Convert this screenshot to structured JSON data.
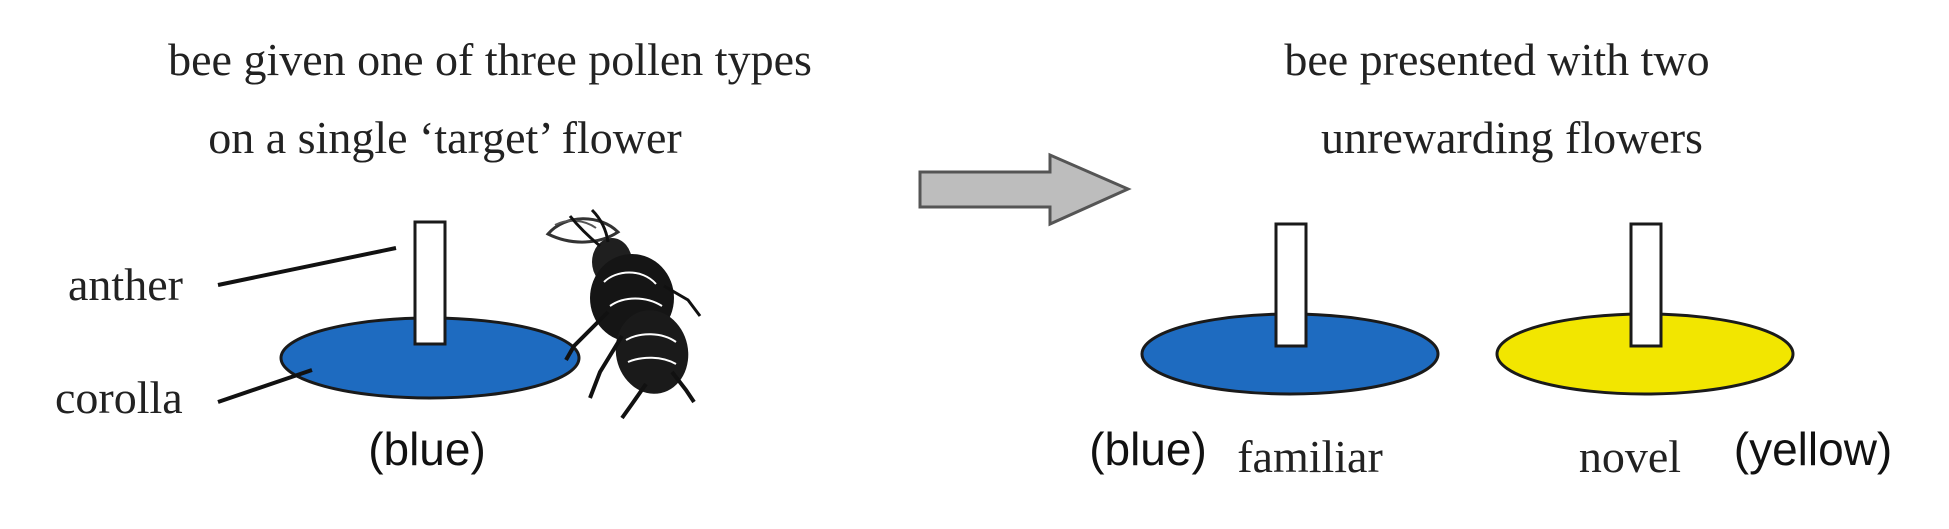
{
  "left_panel": {
    "caption_line1": "bee given one of three pollen types",
    "caption_line2": "on a single ‘target’ flower",
    "anther_label": "anther",
    "corolla_label": "corolla",
    "color_note": "(blue)",
    "flower_color": "#1E6BC0",
    "bee_icon": "bee-icon"
  },
  "arrow": {
    "icon": "arrow-right-icon",
    "fill_color": "#BDBDBD"
  },
  "right_panel": {
    "caption_line1": "bee presented with two",
    "caption_line2": "unrewarding flowers",
    "familiar_color_note": "(blue)",
    "familiar_label": "familiar",
    "familiar_color": "#1E6BC0",
    "novel_label": "novel",
    "novel_color_note": "(yellow)",
    "novel_color": "#F2E600"
  }
}
